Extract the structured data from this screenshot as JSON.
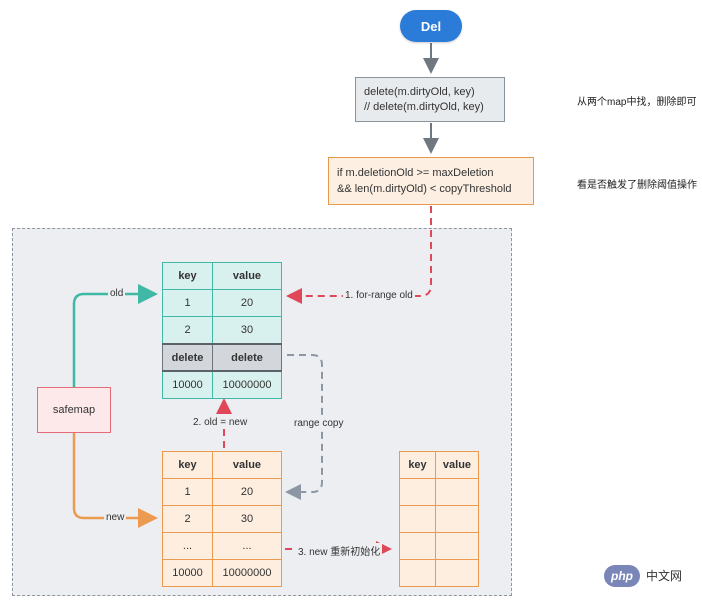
{
  "start_node": "Del",
  "delete_box": {
    "line1": "delete(m.dirtyOld, key)",
    "line2": "// delete(m.dirtyOld, key)",
    "note": "从两个map中找，删除即可"
  },
  "condition_box": {
    "line1": "if m.deletionOld >= maxDeletion",
    "line2": "&& len(m.dirtyOld) < copyThreshold",
    "note": "看是否触发了删除阈值操作"
  },
  "safemap_label": "safemap",
  "edge_labels": {
    "old": "old",
    "new": "new",
    "for_range_old": "1. for-range old",
    "old_eq_new": "2. old = new",
    "range_copy": "range copy",
    "reinit": "3. new 重新初始化"
  },
  "old_table": {
    "headers": [
      "key",
      "value"
    ],
    "rows": [
      [
        "1",
        "20"
      ],
      [
        "2",
        "30"
      ]
    ],
    "deleted_row": [
      "delete",
      "delete"
    ],
    "tail_row": [
      "10000",
      "10000000"
    ]
  },
  "new_table": {
    "headers": [
      "key",
      "value"
    ],
    "rows": [
      [
        "1",
        "20"
      ],
      [
        "2",
        "30"
      ],
      [
        "...",
        "..."
      ],
      [
        "10000",
        "10000000"
      ]
    ]
  },
  "reinit_table": {
    "headers": [
      "key",
      "value"
    ],
    "empty_rows": 4
  },
  "colors": {
    "teal": "#3fb8a6",
    "orange": "#ec9a4f",
    "red_dashed": "#e0485a",
    "gray_dashed": "#8d97a3",
    "pill_blue": "#2b7bd8"
  },
  "watermark": {
    "badge": "php",
    "text": "中文网"
  }
}
